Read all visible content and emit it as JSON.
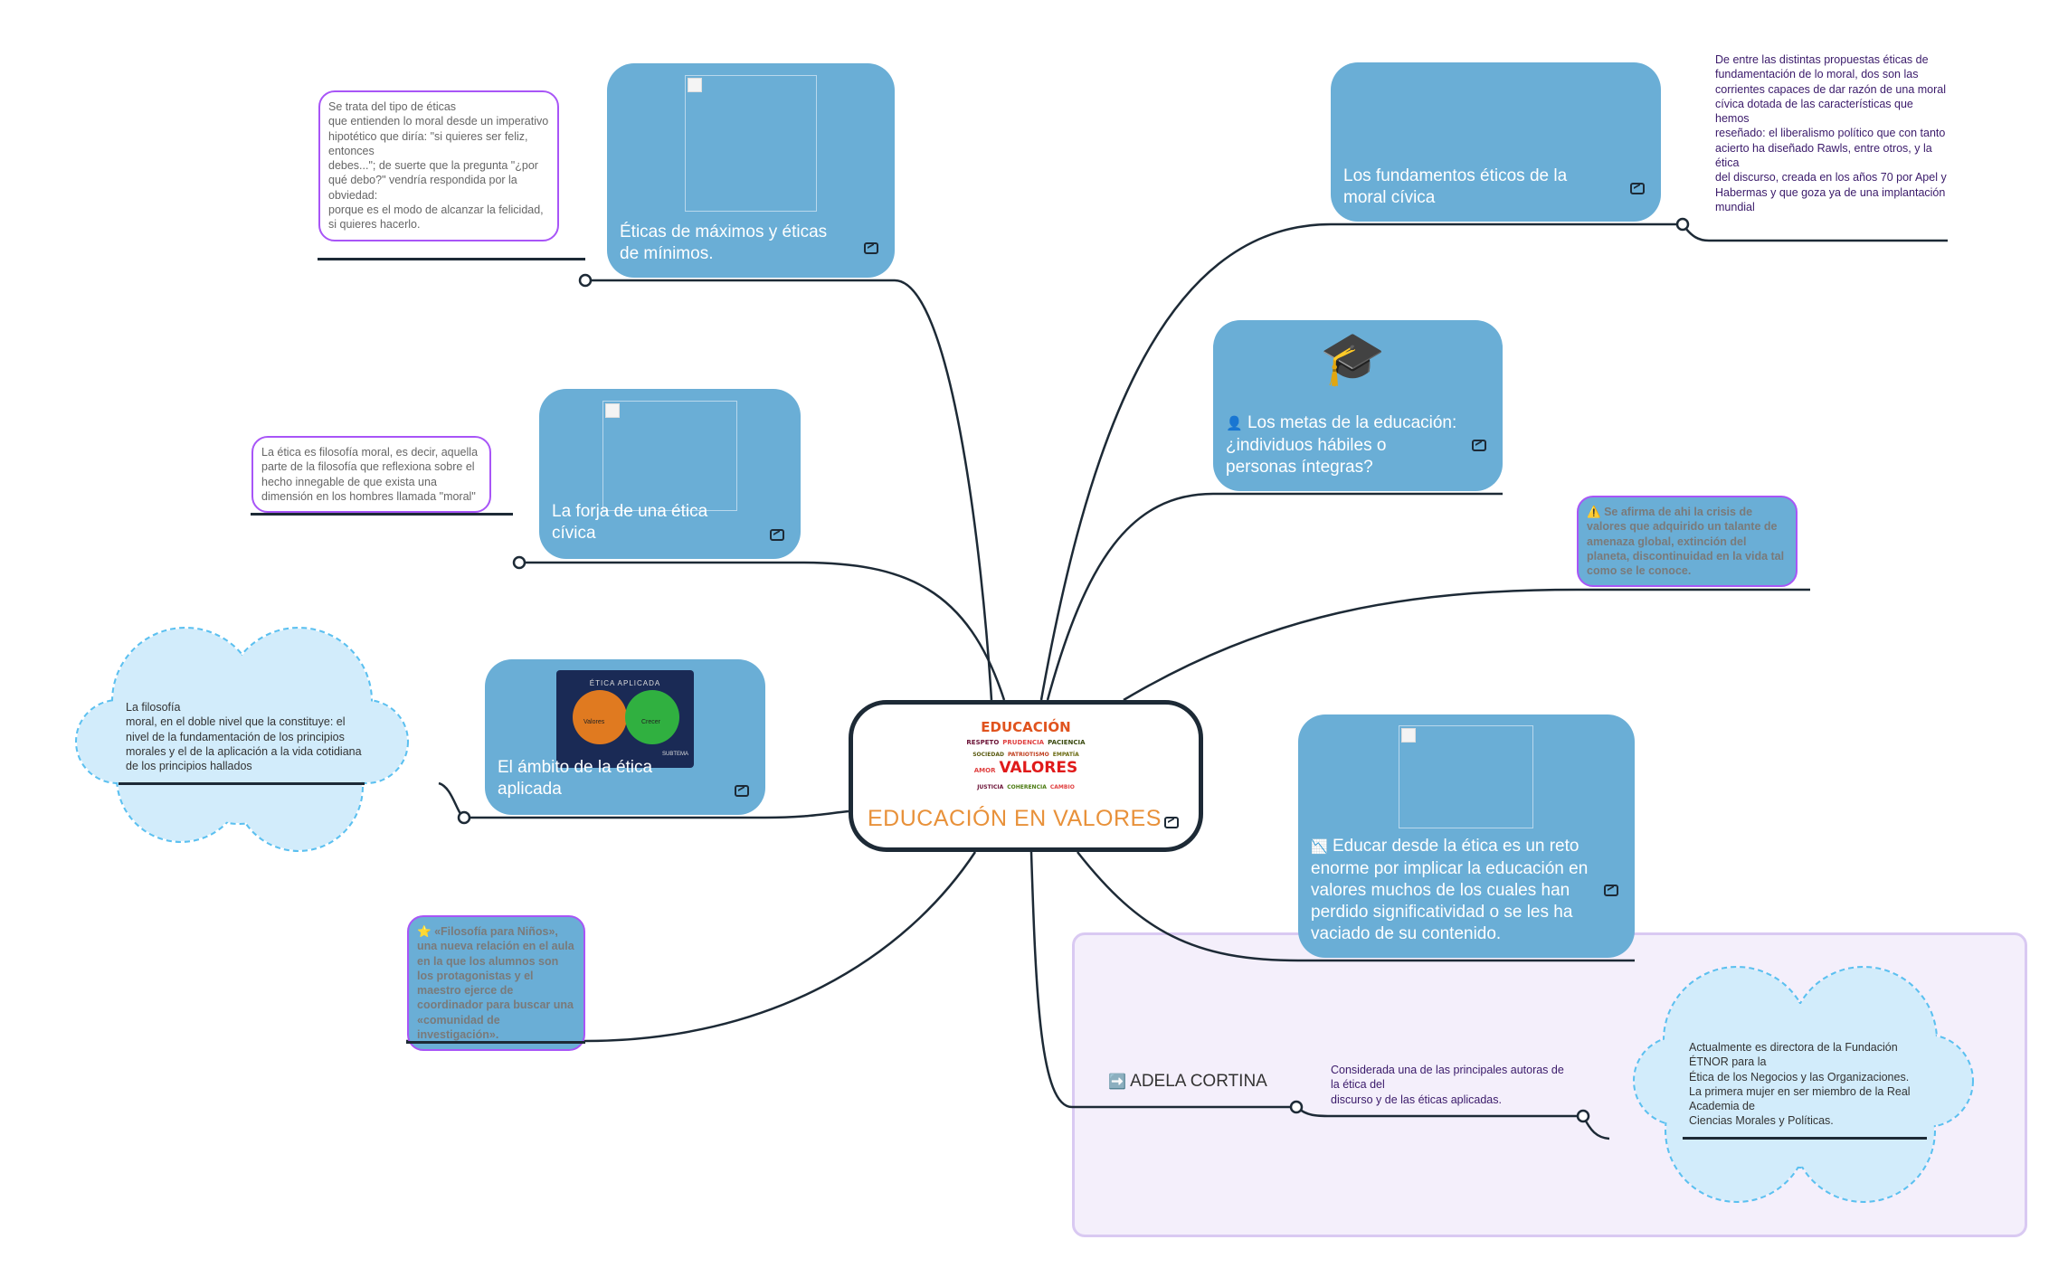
{
  "central": {
    "title": "EDUCACIÓN EN VALORES",
    "wordcloud": [
      "EDUCACIÓN",
      "RESPETO",
      "PRUDENCIA",
      "PACIENCIA",
      "PATRIOTISMO",
      "EMPATÍA",
      "SOCIEDAD",
      "AMOR",
      "VALORES",
      "JUSTICIA",
      "COHERENCIA",
      "CAMBIO"
    ]
  },
  "nodes": {
    "eticas_maximos": "Éticas de máximos y éticas de mínimos.",
    "forja": "La forja de una ética cívica",
    "ambito": "El ámbito de la ética aplicada",
    "ambito_image": {
      "title": "ÉTICA APLICADA",
      "left": "Valores",
      "right": "Crecer",
      "bottom": "SUBTEMA"
    },
    "fundamentos": "Los fundamentos éticos de la moral cívica",
    "metas": "Los metas de la educación: ¿individuos hábiles o personas íntegras?",
    "educar": "Educar desde la ética es un reto enorme por implicar la educación en valores muchos de los cuales han perdido significatividad o se les ha vaciado de su contenido."
  },
  "icons": {
    "metas": "👤",
    "educar": "📉",
    "adela": "➡️",
    "star": "⭐",
    "warning": "⚠️",
    "cap": "🎓"
  },
  "notes": {
    "se_trata": "Se trata del tipo de éticas\nque entienden lo moral desde un imperativo hipotético que diría: \"si quieres ser feliz, entonces\ndebes...\"; de suerte que la pregunta \"¿por qué debo?\" vendría respondida por la obviedad:\nporque es el modo de alcanzar la felicidad, si quieres hacerlo.",
    "la_etica": "La ética es filosofía moral, es decir, aquella parte de la filosofía que reflexiona sobre el hecho innegable de que exista una dimensión en los hombres llamada \"moral\"",
    "filosofia_moral": "La filosofía\nmoral, en el doble nivel que la constituye: el nivel de la fundamentación de los principios morales y el de la aplicación a la vida cotidiana de los principios hallados",
    "filosofia_ninos": "«Filosofía para Niños», una nueva relación en el aula\nen la que los alumnos son los protagonistas y el maestro ejerce de coordinador para buscar una «comunidad de investigación».",
    "de_entre": "De entre las distintas propuestas éticas de fundamentación de lo moral, dos son las corrientes capaces de dar razón de una moral cívica dotada de las características que hemos\nreseñado: el liberalismo político que con tanto acierto ha diseñado Rawls, entre otros, y la ética\ndel discurso, creada en los años 70 por Apel y Habermas y que goza ya de una implantación\nmundial",
    "se_afirma": "Se afirma de ahi la crisis de valores que adquirido un talante de amenaza global, extinción del planeta, discontinuidad en la vida tal como se le conoce."
  },
  "adela": {
    "label": "ADELA CORTINA",
    "considerada": "Considerada una de las principales autoras de la ética del\ndiscurso y de las éticas aplicadas.",
    "actualmente": "Actualmente es directora de la Fundación ÉTNOR para la\nÉtica de los Negocios y las Organizaciones.\nLa primera mujer en ser miembro de la Real Academia de\nCiencias Morales y Políticas."
  },
  "colors": {
    "node": "#6aaed6",
    "title": "#e8913a",
    "line": "#1d2a36",
    "callout_border": "#a855f7",
    "cloud": "#d2ecfb",
    "cloud_border": "#5bc0f0",
    "group_bg": "#f4effb",
    "group_border": "#d9c9f2"
  }
}
